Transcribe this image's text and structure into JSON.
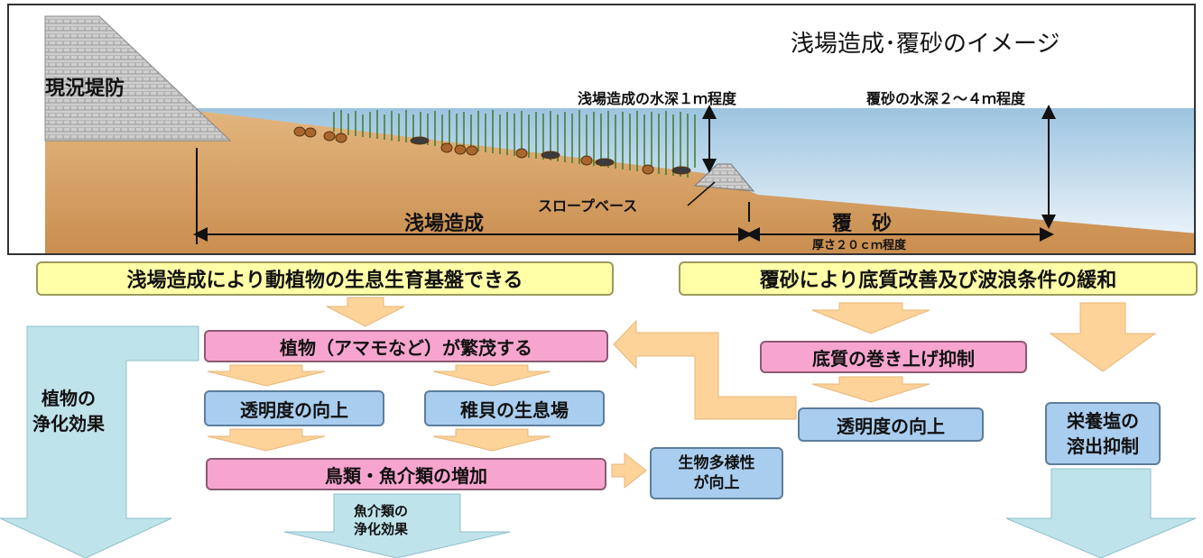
{
  "diagram": {
    "title": "浅場造成･覆砂のイメージ",
    "levee_label": "現況堤防",
    "depth_shallow": "浅場造成の水深１ｍ程度",
    "depth_cover": "覆砂の水深２～４ｍ程度",
    "slope_base": "スロープベース",
    "section_shallow": "浅場造成",
    "section_cover": "覆　砂",
    "cover_thickness": "厚さ２０ｃｍ程度"
  },
  "flow": {
    "left_header": "浅場造成により動植物の生息生育基盤できる",
    "right_header": "覆砂により底質改善及び波浪条件の緩和",
    "plant_effect": "植物の\n浄化効果",
    "plants_thrive": "植物（アマモなど）が繁茂する",
    "transparency_left": "透明度の向上",
    "juvenile_habitat": "稚貝の生息場",
    "birds_fish_increase": "鳥類・魚介類の増加",
    "biodiversity": "生物多様性\nが向上",
    "fish_effect": "魚介類の\n浄化効果",
    "suppress_resuspension": "底質の巻き上げ抑制",
    "transparency_right": "透明度の向上",
    "nutrient_suppression": "栄養塩の\n溶出抑制"
  },
  "colors": {
    "water": "#bcd8ea",
    "soil": "#d6a66a",
    "yellow_box": "#ffffa8",
    "pink_box": "#f7a5cf",
    "blue_box": "#a9cdee",
    "orange_arrow": "#fdd39a",
    "blue_arrow": "#bfe3ea"
  }
}
